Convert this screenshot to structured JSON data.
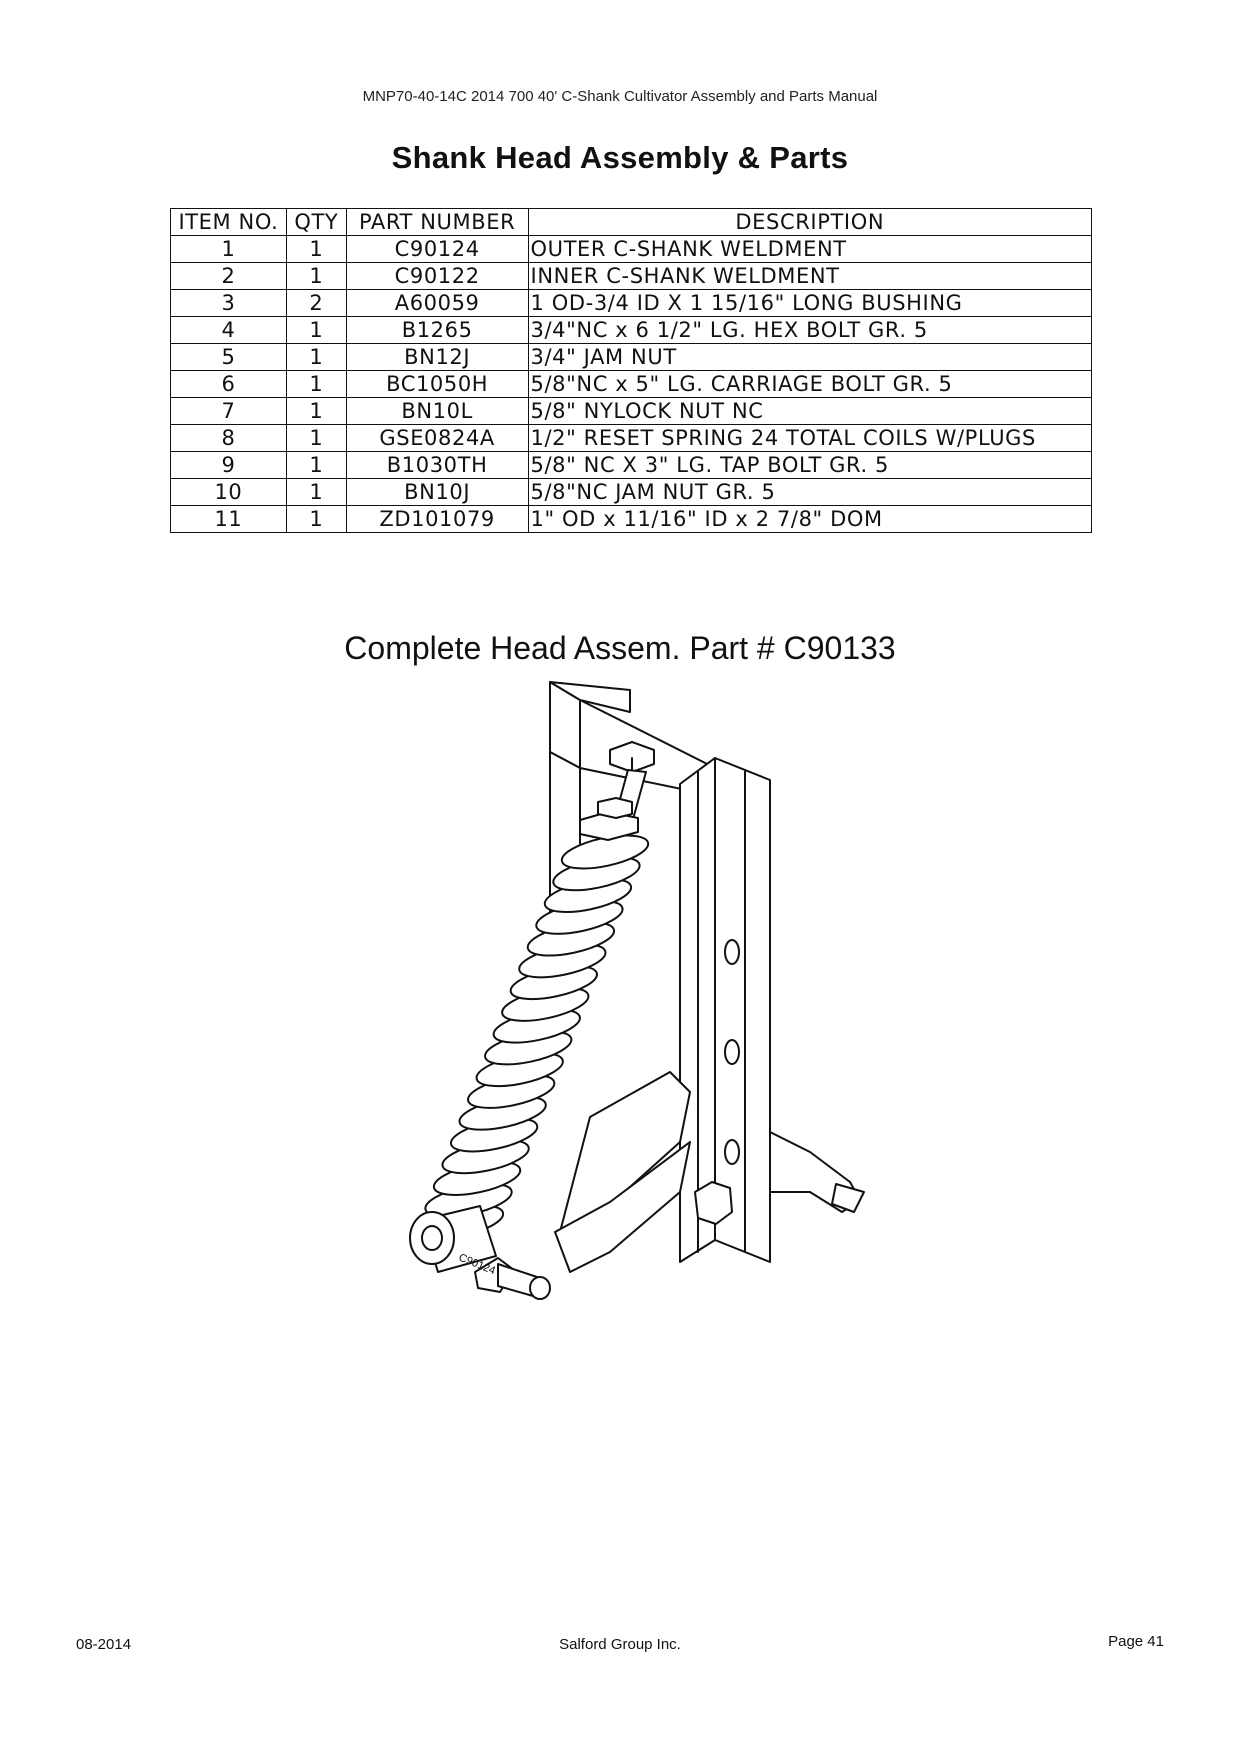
{
  "header": {
    "manual_title": "MNP70-40-14C 2014 700 40' C-Shank Cultivator Assembly and Parts Manual"
  },
  "page_title": "Shank Head Assembly & Parts",
  "parts_table": {
    "headers": [
      "ITEM NO.",
      "QTY",
      "PART NUMBER",
      "DESCRIPTION"
    ],
    "rows": [
      {
        "item": "1",
        "qty": "1",
        "part": "C90124",
        "desc": "OUTER C-SHANK WELDMENT"
      },
      {
        "item": "2",
        "qty": "1",
        "part": "C90122",
        "desc": "INNER C-SHANK WELDMENT"
      },
      {
        "item": "3",
        "qty": "2",
        "part": "A60059",
        "desc": "1 OD-3/4 ID X 1 15/16\" LONG BUSHING"
      },
      {
        "item": "4",
        "qty": "1",
        "part": "B1265",
        "desc": "3/4\"NC x 6 1/2\" LG. HEX BOLT GR. 5"
      },
      {
        "item": "5",
        "qty": "1",
        "part": "BN12J",
        "desc": "3/4\" JAM NUT"
      },
      {
        "item": "6",
        "qty": "1",
        "part": "BC1050H",
        "desc": "5/8\"NC x 5\" LG. CARRIAGE BOLT GR. 5"
      },
      {
        "item": "7",
        "qty": "1",
        "part": "BN10L",
        "desc": "5/8\" NYLOCK NUT NC"
      },
      {
        "item": "8",
        "qty": "1",
        "part": "GSE0824A",
        "desc": "1/2\" RESET SPRING 24 TOTAL COILS W/PLUGS"
      },
      {
        "item": "9",
        "qty": "1",
        "part": "B1030TH",
        "desc": "5/8\" NC X 3\" LG. TAP BOLT GR. 5"
      },
      {
        "item": "10",
        "qty": "1",
        "part": "BN10J",
        "desc": "5/8\"NC JAM NUT GR. 5"
      },
      {
        "item": "11",
        "qty": "1",
        "part": "ZD101079",
        "desc": "1\" OD x 11/16\" ID x 2 7/8\" DOM"
      }
    ]
  },
  "assembly_caption": "Complete Head Assem. Part # C90133",
  "drawing": {
    "stamp_text": "C90124"
  },
  "footer": {
    "date": "08-2014",
    "company": "Salford  Group Inc.",
    "page": "Page 41"
  }
}
